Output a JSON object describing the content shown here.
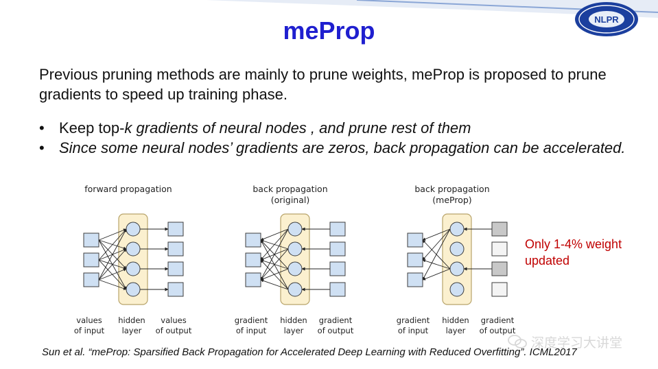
{
  "slide": {
    "title": "meProp",
    "intro_text": "Previous pruning methods are mainly to prune weights, meProp is proposed to prune gradients to speed up training phase.",
    "bullets": [
      {
        "marker": "•",
        "prefix": "Keep top-",
        "em": "k",
        "text": " gradients of neural nodes , and prune rest of them"
      },
      {
        "marker": "•",
        "prefix": "",
        "em": "",
        "text": "Since some neural nodes’ gradients are zeros, back propagation can be accelerated."
      }
    ],
    "annotation": "Only 1-4% weight updated",
    "citation": "Sun et al. “meProp: Sparsified Back Propagation for Accelerated Deep Learning with Reduced Overfitting”. ICML2017",
    "watermark": "深度学习大讲堂",
    "logo_text": "NLPR"
  },
  "diagram": {
    "colors": {
      "node_fill": "#cfe0f3",
      "node_stroke": "#3c3c3c",
      "hidden_panel_fill": "#fbf0cf",
      "hidden_panel_stroke": "#b8a46a",
      "gray_fill": "#c8c8c8",
      "white_fill": "#f4f4f4"
    },
    "panels": [
      {
        "id": "forward",
        "title_lines": [
          "forward propagation"
        ],
        "arrow_direction": "forward",
        "sparse": false,
        "output_nodes": [
          "blue",
          "blue",
          "blue",
          "blue"
        ],
        "labels": [
          [
            "values",
            "of input"
          ],
          [
            "hidden",
            "layer"
          ],
          [
            "values",
            "of output"
          ]
        ]
      },
      {
        "id": "backward-original",
        "title_lines": [
          "back propagation",
          "(original)"
        ],
        "arrow_direction": "backward",
        "sparse": false,
        "output_nodes": [
          "blue",
          "blue",
          "blue",
          "blue"
        ],
        "labels": [
          [
            "gradient",
            "of input"
          ],
          [
            "hidden",
            "layer"
          ],
          [
            "gradient",
            "of output"
          ]
        ]
      },
      {
        "id": "backward-meprop",
        "title_lines": [
          "back propagation",
          "(meProp)"
        ],
        "arrow_direction": "backward",
        "sparse": true,
        "active_hidden": [
          0,
          2
        ],
        "output_nodes": [
          "gray",
          "white",
          "gray",
          "white"
        ],
        "labels": [
          [
            "gradient",
            "of input"
          ],
          [
            "hidden",
            "layer"
          ],
          [
            "gradient",
            "of output"
          ]
        ]
      }
    ]
  }
}
